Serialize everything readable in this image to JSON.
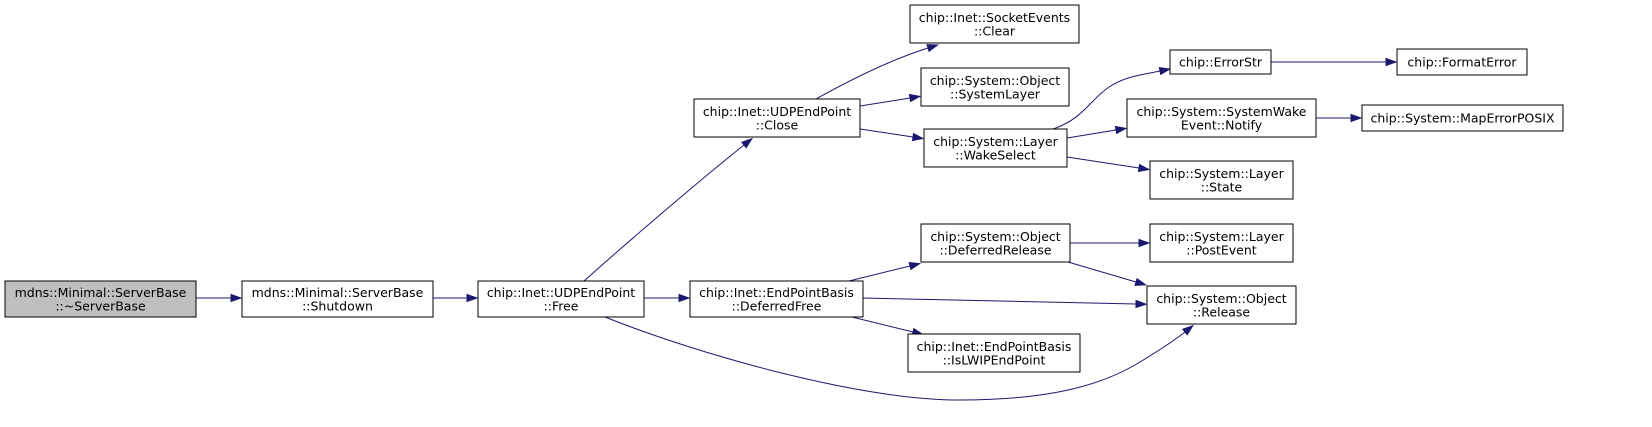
{
  "diagram": {
    "nodes": [
      {
        "id": "serverbase_dtor",
        "lines": [
          "mdns::Minimal::ServerBase",
          "::~ServerBase"
        ],
        "fill": "#bfbfbf",
        "interactable": false
      },
      {
        "id": "shutdown",
        "lines": [
          "mdns::Minimal::ServerBase",
          "::Shutdown"
        ],
        "fill": "#ffffff",
        "interactable": true
      },
      {
        "id": "udp_free",
        "lines": [
          "chip::Inet::UDPEndPoint",
          "::Free"
        ],
        "fill": "#ffffff",
        "interactable": true
      },
      {
        "id": "udp_close",
        "lines": [
          "chip::Inet::UDPEndPoint",
          "::Close"
        ],
        "fill": "#ffffff",
        "interactable": true
      },
      {
        "id": "epb_deferredfree",
        "lines": [
          "chip::Inet::EndPointBasis",
          "::DeferredFree"
        ],
        "fill": "#ffffff",
        "interactable": true
      },
      {
        "id": "socketevents_clear",
        "lines": [
          "chip::Inet::SocketEvents",
          "::Clear"
        ],
        "fill": "#ffffff",
        "interactable": true
      },
      {
        "id": "object_systemlayer",
        "lines": [
          "chip::System::Object",
          "::SystemLayer"
        ],
        "fill": "#ffffff",
        "interactable": true
      },
      {
        "id": "layer_wakeselect",
        "lines": [
          "chip::System::Layer",
          "::WakeSelect"
        ],
        "fill": "#ffffff",
        "interactable": true
      },
      {
        "id": "object_deferredrelease",
        "lines": [
          "chip::System::Object",
          "::DeferredRelease"
        ],
        "fill": "#ffffff",
        "interactable": true
      },
      {
        "id": "epb_islwip",
        "lines": [
          "chip::Inet::EndPointBasis",
          "::IsLWIPEndPoint"
        ],
        "fill": "#ffffff",
        "interactable": true
      },
      {
        "id": "errorstr",
        "lines": [
          "chip::ErrorStr"
        ],
        "fill": "#ffffff",
        "interactable": true
      },
      {
        "id": "systemwake_notify",
        "lines": [
          "chip::System::SystemWake",
          "Event::Notify"
        ],
        "fill": "#ffffff",
        "interactable": true
      },
      {
        "id": "layer_state",
        "lines": [
          "chip::System::Layer",
          "::State"
        ],
        "fill": "#ffffff",
        "interactable": true
      },
      {
        "id": "layer_postevent",
        "lines": [
          "chip::System::Layer",
          "::PostEvent"
        ],
        "fill": "#ffffff",
        "interactable": true
      },
      {
        "id": "object_release",
        "lines": [
          "chip::System::Object",
          "::Release"
        ],
        "fill": "#ffffff",
        "interactable": true
      },
      {
        "id": "formaterror",
        "lines": [
          "chip::FormatError"
        ],
        "fill": "#ffffff",
        "interactable": true
      },
      {
        "id": "maperrorposix",
        "lines": [
          "chip::System::MapErrorPOSIX"
        ],
        "fill": "#ffffff",
        "interactable": true
      }
    ],
    "edges": [
      {
        "from": "serverbase_dtor",
        "to": "shutdown"
      },
      {
        "from": "shutdown",
        "to": "udp_free"
      },
      {
        "from": "udp_free",
        "to": "udp_close"
      },
      {
        "from": "udp_free",
        "to": "epb_deferredfree"
      },
      {
        "from": "udp_free",
        "to": "object_release"
      },
      {
        "from": "udp_close",
        "to": "socketevents_clear"
      },
      {
        "from": "udp_close",
        "to": "object_systemlayer"
      },
      {
        "from": "udp_close",
        "to": "layer_wakeselect"
      },
      {
        "from": "epb_deferredfree",
        "to": "object_deferredrelease"
      },
      {
        "from": "epb_deferredfree",
        "to": "object_release"
      },
      {
        "from": "epb_deferredfree",
        "to": "epb_islwip"
      },
      {
        "from": "layer_wakeselect",
        "to": "errorstr"
      },
      {
        "from": "layer_wakeselect",
        "to": "systemwake_notify"
      },
      {
        "from": "layer_wakeselect",
        "to": "layer_state"
      },
      {
        "from": "object_deferredrelease",
        "to": "layer_postevent"
      },
      {
        "from": "object_deferredrelease",
        "to": "object_release"
      },
      {
        "from": "errorstr",
        "to": "formaterror"
      },
      {
        "from": "systemwake_notify",
        "to": "maperrorposix"
      }
    ]
  }
}
